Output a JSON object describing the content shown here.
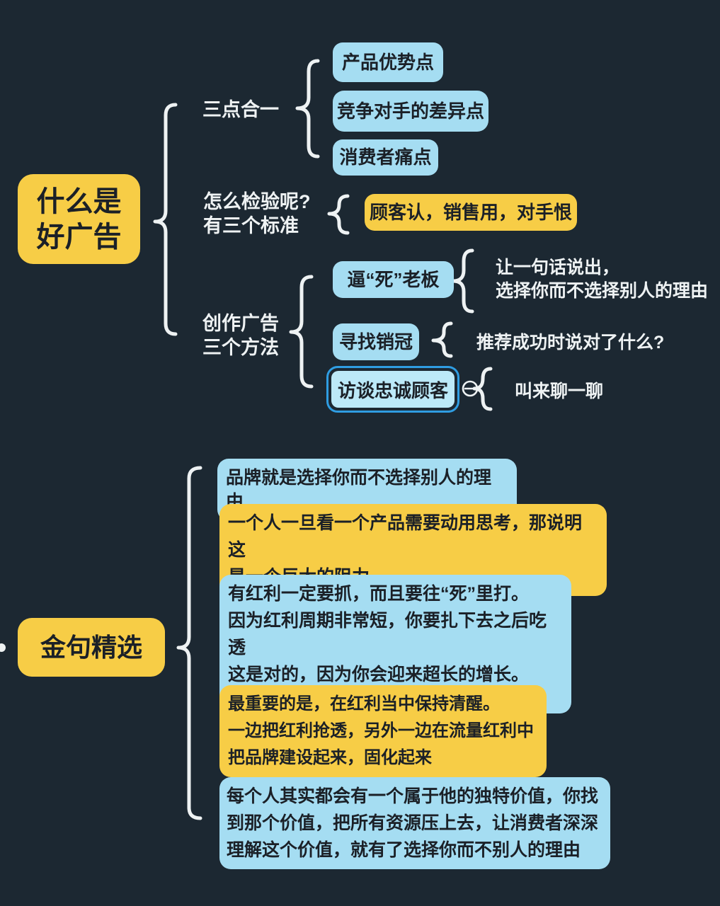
{
  "colors": {
    "background": "#1c2832",
    "node_yellow": "#f7cd46",
    "node_blue": "#a5ddf2",
    "selected_fill": "#bce9f8",
    "selected_border": "#2f9de2",
    "node_text": "#1b2027",
    "connector_white": "#eef2f3"
  },
  "icons": {
    "collapse_toggle": "minus-circle"
  },
  "good_ad_map": {
    "root": "什么是\n好广告",
    "branch_three_in_one": {
      "label": "三点合一",
      "items": [
        "产品优势点",
        "竞争对手的差异点",
        "消费者痛点"
      ]
    },
    "branch_verify": {
      "label": "怎么检验呢?\n有三个标准",
      "standard": "顾客认，销售用，对手恨"
    },
    "branch_methods": {
      "label": "创作广告\n三个方法",
      "force_boss": {
        "label": "逼“死”老板",
        "note": "让一句话说出，\n选择你而不选择别人的理由"
      },
      "top_sales": {
        "label": "寻找销冠",
        "note": "推荐成功时说对了什么?"
      },
      "loyal_customers": {
        "label": "访谈忠诚顾客",
        "note": "叫来聊一聊",
        "collapsed": true
      }
    }
  },
  "golden_quotes_map": {
    "root": "金句精选",
    "quotes": [
      {
        "text": "品牌就是选择你而不选择别人的理由",
        "color": "blue"
      },
      {
        "text": "一个人一旦看一个产品需要动用思考，那说明这\n是一个巨大的阻力",
        "color": "yellow"
      },
      {
        "text": "有红利一定要抓，而且要往“死”里打。\n因为红利周期非常短，你要扎下去之后吃透\n这是对的，因为你会迎来超长的增长。",
        "color": "blue"
      },
      {
        "text": "最重要的是，在红利当中保持清醒。\n一边把红利抢透，另外一边在流量红利中\n把品牌建设起来，固化起来",
        "color": "yellow"
      },
      {
        "text": "每个人其实都会有一个属于他的独特价值，你找\n到那个价值，把所有资源压上去，让消费者深深\n理解这个价值，就有了选择你而不别人的理由",
        "color": "blue"
      }
    ]
  }
}
